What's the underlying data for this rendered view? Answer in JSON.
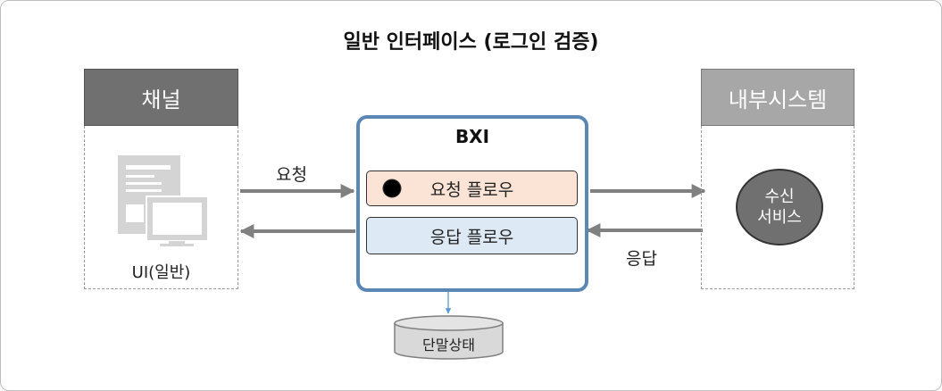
{
  "title": "일반 인터페이스 (로그인 검증)",
  "channel": {
    "header": "채널",
    "client_label": "UI(일반)"
  },
  "internal_system": {
    "header": "내부시스템",
    "service": [
      "수신",
      "서비스"
    ]
  },
  "bxi": {
    "title": "BXI",
    "request_flow": "요청 플로우",
    "response_flow": "응답 플로우"
  },
  "edges": {
    "request": "요청",
    "response": "응답"
  },
  "datastore": {
    "label": "단말상태"
  },
  "colors": {
    "channel_header": "#707070",
    "internal_header": "#a7a7a7",
    "bxi_border": "#5b87b5",
    "request_flow_fill": "#fbe4d6",
    "response_flow_fill": "#dde9f4",
    "arrow": "#808080",
    "state_line": "#5b9bd5"
  },
  "icons": [
    "ui-device-icon",
    "monitor-icon",
    "database-icon"
  ]
}
